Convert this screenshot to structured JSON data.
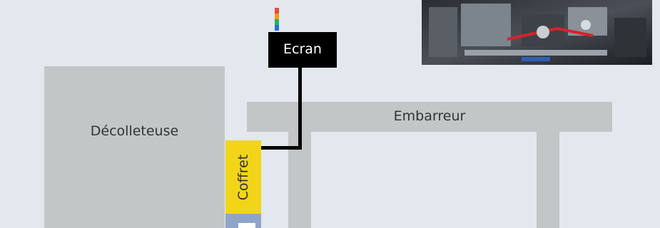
{
  "labels": {
    "decolleteuse": "Décolleteuse",
    "embarreur": "Embarreur",
    "ecran": "Ecran",
    "coffret": "Coffret"
  },
  "colors": {
    "background": "#e2e8ed",
    "machine_grey": "#c3c6c7",
    "ecran": "#000000",
    "coffret": "#f2d518",
    "coffret_base": "#8fa5c7"
  },
  "signal_light_colors": [
    "#e84c3d",
    "#f39c12",
    "#27ae60",
    "#2d6cdf"
  ],
  "photo_icon": "machine-photo"
}
